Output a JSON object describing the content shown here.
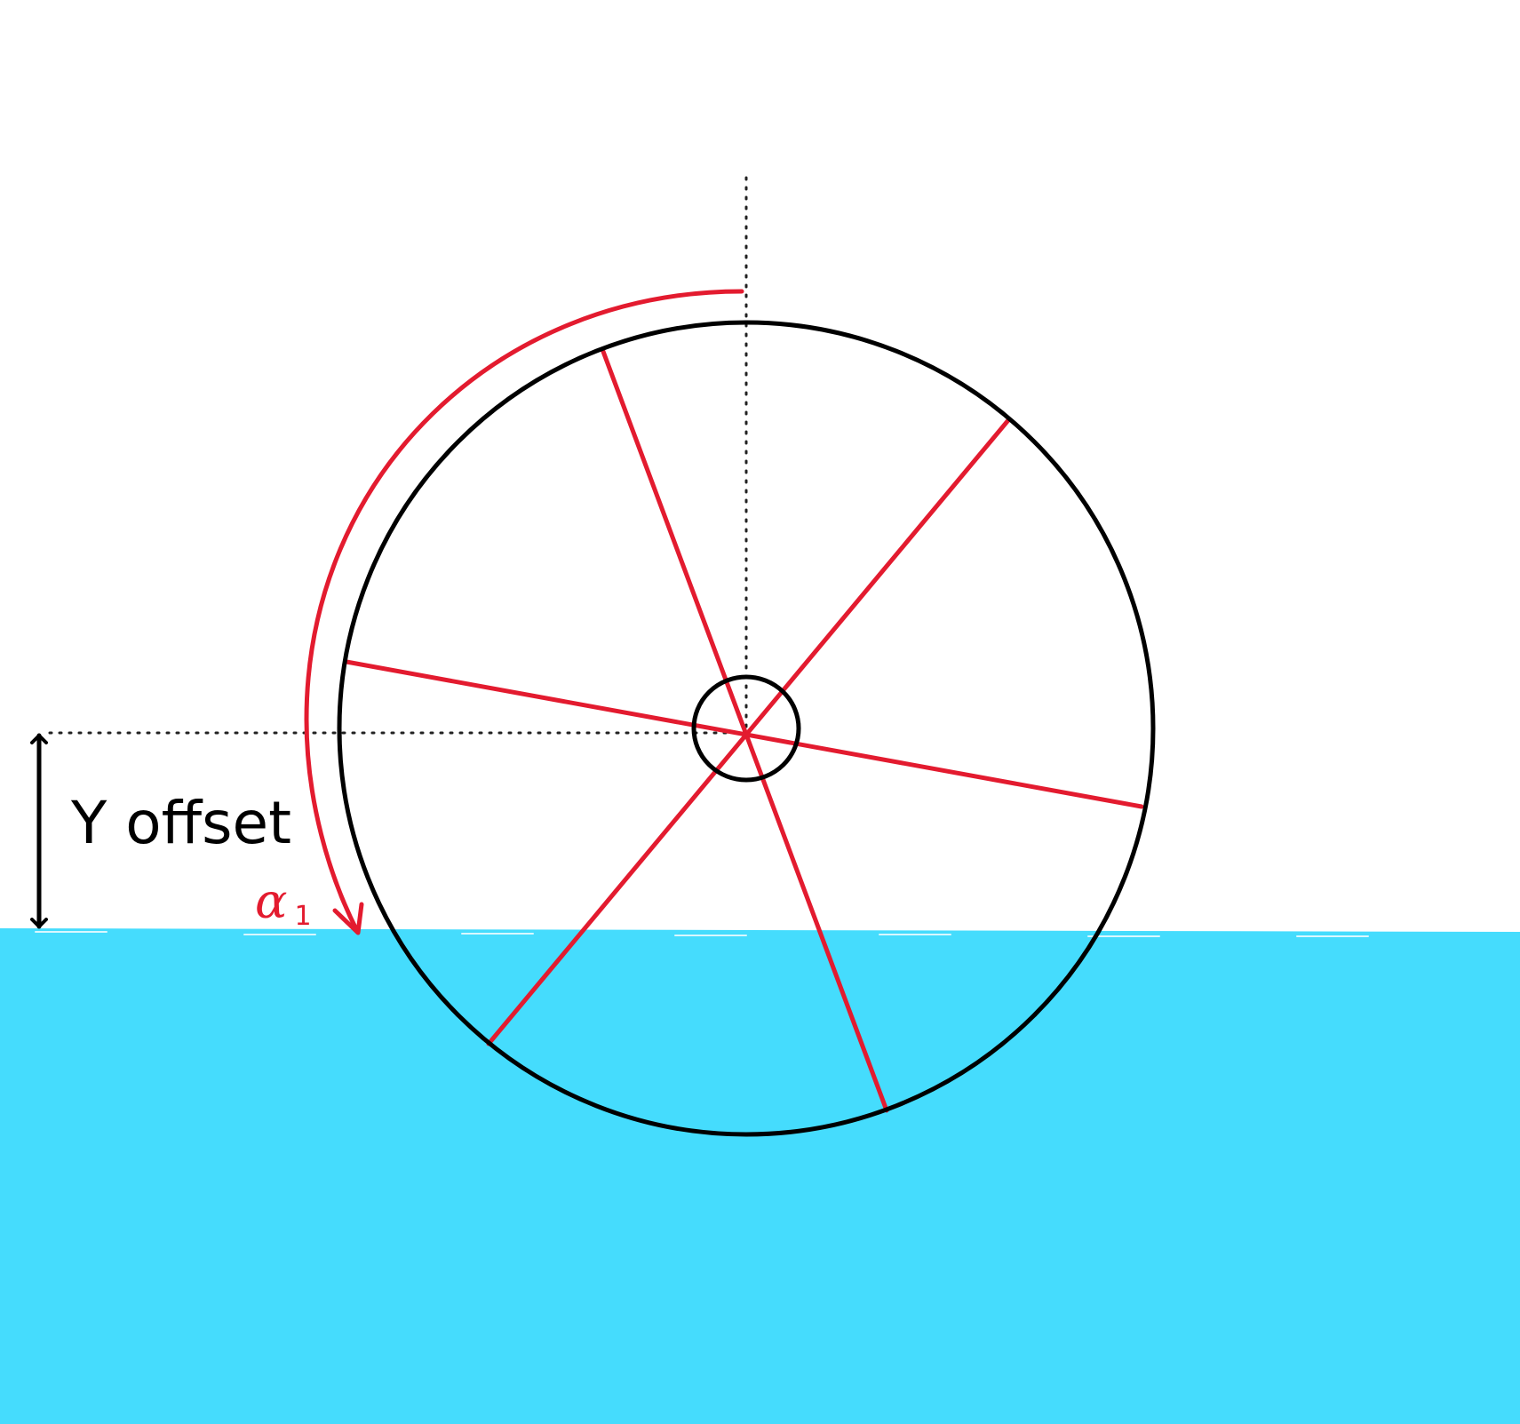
{
  "labels": {
    "y_offset": "Y offset",
    "alpha_symbol": "α",
    "alpha_subscript": "1"
  },
  "colors": {
    "water": "#45dcfd",
    "spokes": "#e31b2f",
    "outline": "#000000",
    "background": "#ffffff"
  },
  "wheel": {
    "spoke_count": 3
  }
}
